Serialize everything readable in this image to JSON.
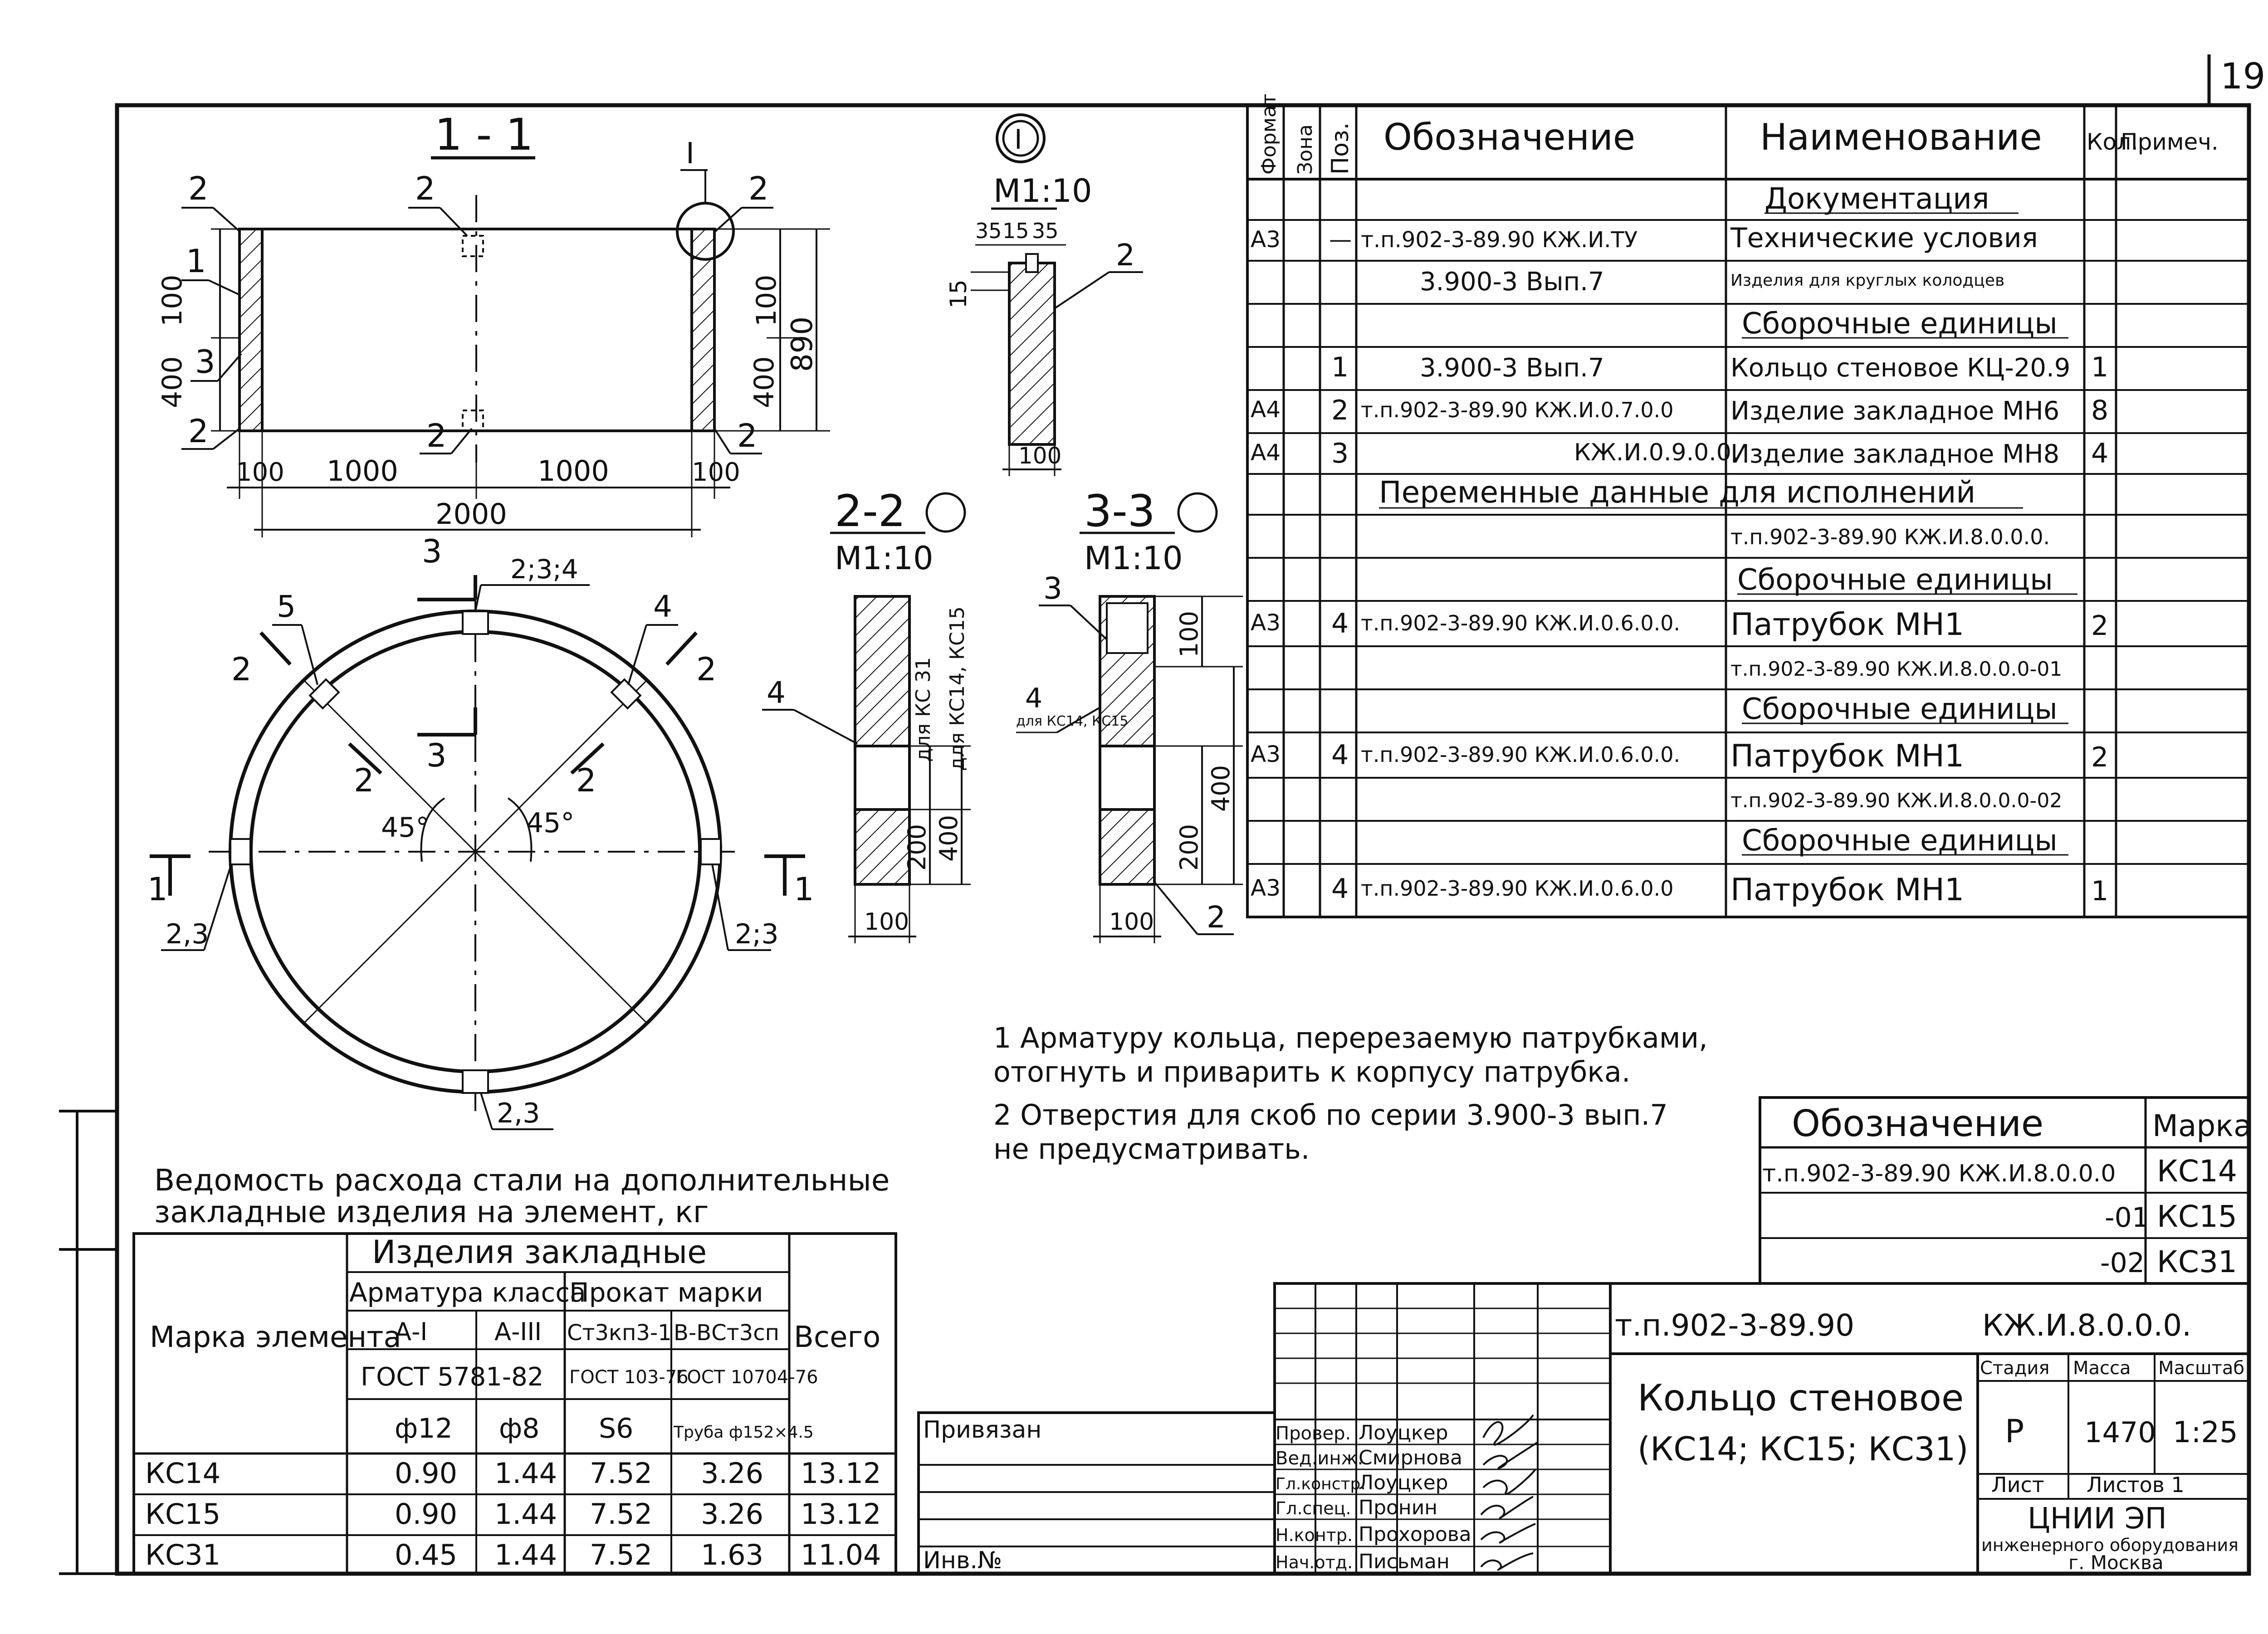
{
  "sheet": {
    "page_no": "19",
    "views": {
      "sec11": "1 - 1",
      "node": "I",
      "node_scale": "М1:10",
      "sec22": "2-2",
      "sec22_scale": "М1:10",
      "sec33": "3-3",
      "sec33_scale": "М1:10"
    },
    "dims": {
      "d100": "100",
      "d1000": "1000",
      "d2000": "2000",
      "d400": "400",
      "d890": "890",
      "d200": "200",
      "d15": "15",
      "d35a": "35",
      "d35b": "35",
      "d15top": "15",
      "d45": "45°"
    },
    "callouts": {
      "c1": "1",
      "c2": "2",
      "c3": "3",
      "c4": "4",
      "c5": "5",
      "cI": "I",
      "c234": "2;3;4",
      "c23": "2,3",
      "c23b": "2;3"
    },
    "cut_labels": {
      "one": "1",
      "two": "2",
      "three": "3"
    },
    "sec22_notes": {
      "kc31": "для КС 31",
      "kc1415": "для КС14, КС15"
    },
    "sec33_notes": {
      "kc1415": "для КС14, КС15"
    }
  },
  "spec": {
    "headers": {
      "format": "Формат",
      "zone": "Зона",
      "pos": "Поз.",
      "designation": "Обозначение",
      "name": "Наименование",
      "qty": "Кол.",
      "note": "Примеч."
    },
    "rows": [
      {
        "format": "",
        "pos": "",
        "designation": "",
        "name": "Документация",
        "qty": "",
        "section": true
      },
      {
        "format": "А3",
        "pos": "—",
        "designation": "т.п.902-3-89.90    КЖ.И.ТУ",
        "name": "Технические условия",
        "qty": ""
      },
      {
        "format": "",
        "pos": "",
        "designation": "3.900-3   Вып.7",
        "name": "Изделия для круглых колодцев",
        "qty": ""
      },
      {
        "format": "",
        "pos": "",
        "designation": "",
        "name": "Сборочные единицы",
        "qty": "",
        "section": true
      },
      {
        "format": "",
        "pos": "1",
        "designation": "3.900-3   Вып.7",
        "name": "Кольцо стеновое КЦ-20.9",
        "qty": "1"
      },
      {
        "format": "А4",
        "pos": "2",
        "designation": "т.п.902-3-89.90   КЖ.И.0.7.0.0",
        "name": "Изделие закладное МН6",
        "qty": "8"
      },
      {
        "format": "А4",
        "pos": "3",
        "designation": "КЖ.И.0.9.0.0.",
        "name": "Изделие закладное МН8",
        "qty": "4"
      },
      {
        "format": "",
        "pos": "",
        "designation": "Переменные данные  для исполнений",
        "name": "",
        "qty": "",
        "variable": true
      },
      {
        "format": "",
        "pos": "",
        "designation": "",
        "name": "т.п.902-3-89.90   КЖ.И.8.0.0.0.",
        "qty": ""
      },
      {
        "format": "",
        "pos": "",
        "designation": "",
        "name": "Сборочные единицы",
        "qty": "",
        "section": true
      },
      {
        "format": "А3",
        "pos": "4",
        "designation": "т.п.902-3-89.90   КЖ.И.0.6.0.0.",
        "name": "Патрубок  МН1",
        "qty": "2"
      },
      {
        "format": "",
        "pos": "",
        "designation": "",
        "name": "т.п.902-3-89.90  КЖ.И.8.0.0.0-01",
        "qty": ""
      },
      {
        "format": "",
        "pos": "",
        "designation": "",
        "name": "Сборочные единицы",
        "qty": "",
        "section": true
      },
      {
        "format": "А3",
        "pos": "4",
        "designation": "т.п.902-3-89.90   КЖ.И.0.6.0.0.",
        "name": "Патрубок  МН1",
        "qty": "2"
      },
      {
        "format": "",
        "pos": "",
        "designation": "",
        "name": "т.п.902-3-89.90  КЖ.И.8.0.0.0-02",
        "qty": ""
      },
      {
        "format": "",
        "pos": "",
        "designation": "",
        "name": "Сборочные единицы",
        "qty": "",
        "section": true
      },
      {
        "format": "А3",
        "pos": "4",
        "designation": "т.п.902-3-89.90   КЖ.И.0.6.0.0",
        "name": "Патрубок   МН1",
        "qty": "1"
      }
    ]
  },
  "notes": {
    "n1": "1  Арматуру кольца, перерезаемую патрубками,",
    "n1b": "отогнуть и приварить к корпусу патрубка.",
    "n2": "2  Отверстия для скоб по серии 3.900-3 вып.7",
    "n2b": "не предусматривать."
  },
  "marks": {
    "headers": {
      "designation": "Обозначение",
      "mark": "Марка"
    },
    "rows": [
      {
        "designation": "т.п.902-3-89.90     КЖ.И.8.0.0.0",
        "mark": "КС14"
      },
      {
        "designation": "-01",
        "mark": "КС15"
      },
      {
        "designation": "-02",
        "mark": "КС31"
      }
    ]
  },
  "steel": {
    "title1": "Ведомость расхода стали на дополнительные",
    "title2": "закладные изделия на элемент, кг",
    "h_items": "Изделия  закладные",
    "h_rebar": "Арматура класса",
    "h_rolled": "Прокат марки",
    "h_mark": "Марка элемента",
    "h_total": "Всего",
    "h_a1": "А-I",
    "h_a3": "А-III",
    "h_st": "Ст3кп3-1",
    "h_vst": "В-ВСт3сп",
    "h_gost1": "ГОСТ 5781-82",
    "h_gost2": "ГОСТ 103-76",
    "h_gost3": "ГОСТ 10704-76",
    "h_f12": "ф12",
    "h_f8": "ф8",
    "h_s6": "S6",
    "h_pipe": "Труба ф152×4.5",
    "rows": [
      {
        "mark": "КС14",
        "a1": "0.90",
        "a3": "1.44",
        "st": "7.52",
        "pipe": "3.26",
        "total": "13.12"
      },
      {
        "mark": "КС15",
        "a1": "0.90",
        "a3": "1.44",
        "st": "7.52",
        "pipe": "3.26",
        "total": "13.12"
      },
      {
        "mark": "КС31",
        "a1": "0.45",
        "a3": "1.44",
        "st": "7.52",
        "pipe": "1.63",
        "total": "11.04"
      }
    ]
  },
  "stamp": {
    "code": "т.п.902-3-89.90",
    "doc": "КЖ.И.8.0.0.0.",
    "title1": "Кольцо стеновое",
    "title2": "(КС14; КС15; КС31)",
    "stage_label": "Стадия",
    "mass_label": "Масса",
    "scale_label": "Масштаб",
    "stage": "Р",
    "mass": "1470",
    "scale": "1:25",
    "sheet_label": "Лист",
    "sheets_label": "Листов 1",
    "org1": "ЦНИИ ЭП",
    "org2": "инженерного оборудования",
    "org3": "г. Москва",
    "privyazan": "Привязан",
    "inv": "Инв.№",
    "roles": [
      {
        "role": "Провер.",
        "name": "Лоуцкер"
      },
      {
        "role": "Вед.инж.",
        "name": "Смирнова"
      },
      {
        "role": "Гл.констр.",
        "name": "Лоуцкер"
      },
      {
        "role": "Гл.спец.",
        "name": "Пронин"
      },
      {
        "role": "Н.контр.",
        "name": "Прохорова"
      },
      {
        "role": "Нач.отд.",
        "name": "Письман"
      }
    ]
  }
}
